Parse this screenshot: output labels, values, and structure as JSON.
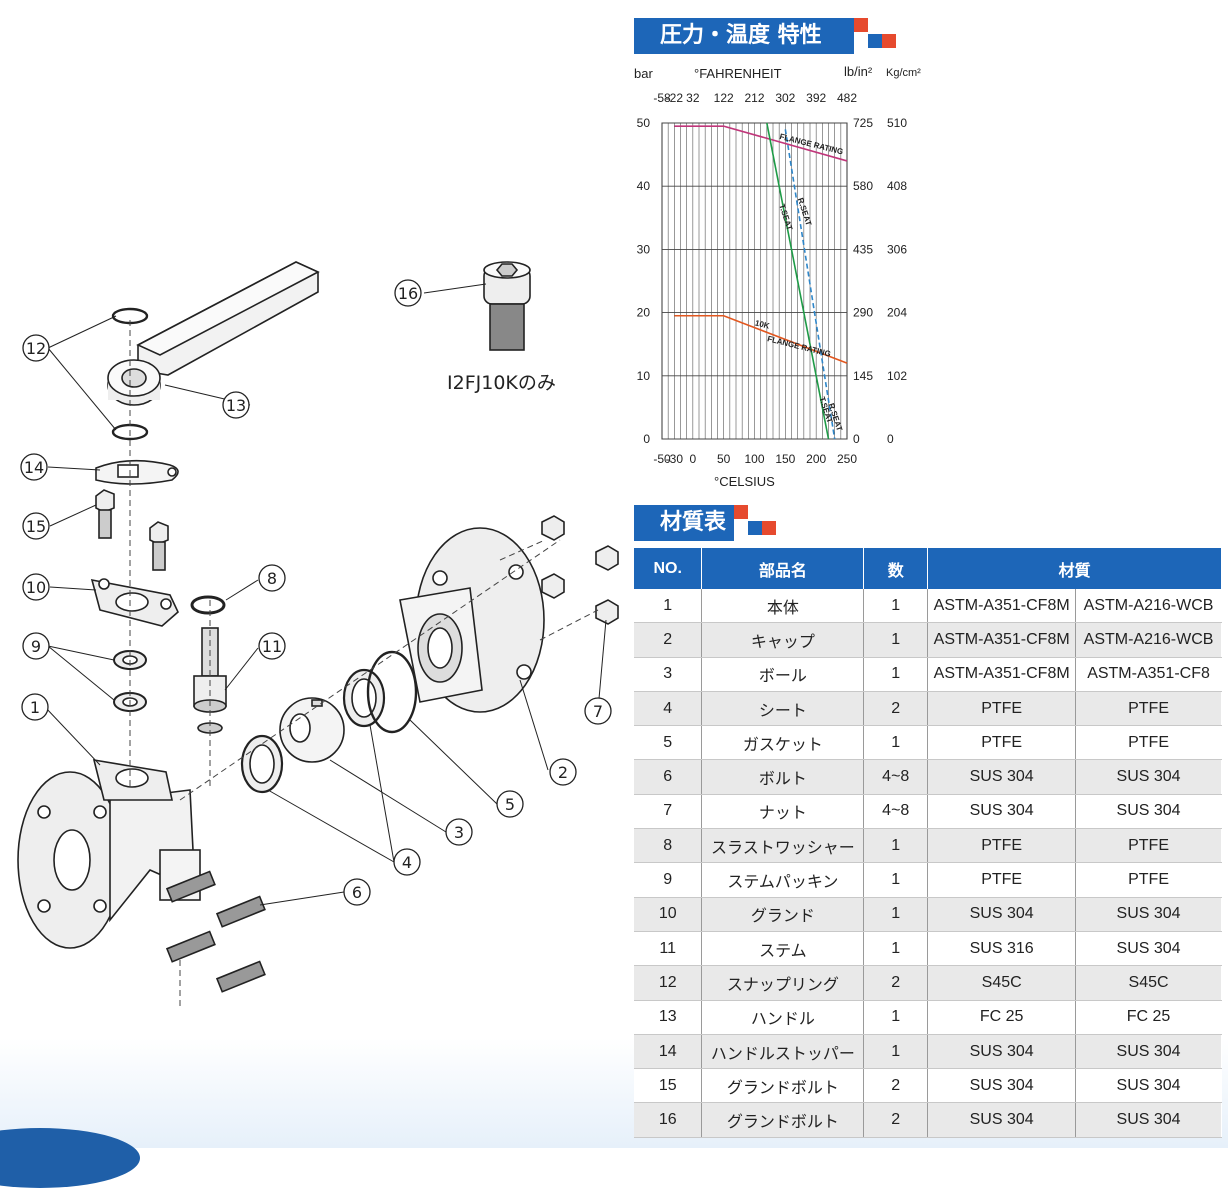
{
  "chart_banner": {
    "title": "圧力・温度 特性"
  },
  "materials_banner": {
    "title": "材質表"
  },
  "drawing": {
    "callouts": [
      "1",
      "2",
      "3",
      "4",
      "5",
      "6",
      "7",
      "8",
      "9",
      "10",
      "11",
      "12",
      "13",
      "14",
      "15",
      "16"
    ],
    "note_16": "I2FJ10Kのみ"
  },
  "chart_data": {
    "type": "line",
    "title": "",
    "units": {
      "left": "bar",
      "top": "°FAHRENHEIT",
      "right_psi": "lb/in²",
      "right_kg": "Kg/cm²",
      "bottom": "°CELSIUS"
    },
    "x_ticks_celsius": [
      -50,
      -30,
      0,
      50,
      100,
      150,
      200,
      250
    ],
    "x_tick_labels_celsius": [
      "-50",
      "-30",
      "0",
      "50",
      "100",
      "150",
      "200",
      "250"
    ],
    "x_ticks_fahrenheit": [
      -58,
      -22,
      32,
      122,
      212,
      302,
      392,
      482
    ],
    "y_ticks_bar": [
      0,
      10,
      20,
      30,
      40,
      50
    ],
    "y_ticks_psi": [
      0,
      145,
      290,
      435,
      580,
      725
    ],
    "y_ticks_kg": [
      0,
      102,
      204,
      306,
      408,
      510
    ],
    "xlim": [
      -50,
      250
    ],
    "ylim": [
      0,
      50
    ],
    "grid": true,
    "series": [
      {
        "name": "FLANGE RATING",
        "color": "#c0367a",
        "x": [
          -30,
          50,
          250
        ],
        "y": [
          49.5,
          49.5,
          44
        ]
      },
      {
        "name": "10K FLANGE RATING",
        "color": "#e2571f",
        "x": [
          -30,
          50,
          250
        ],
        "y": [
          19.5,
          19.5,
          12
        ]
      },
      {
        "name": "R.SEAT",
        "color": "#2e86c9",
        "x": [
          150,
          230
        ],
        "y": [
          49,
          0
        ]
      },
      {
        "name": "T.SEAT",
        "color": "#1e9b47",
        "x": [
          120,
          220
        ],
        "y": [
          50,
          0
        ]
      }
    ],
    "curve_labels": [
      {
        "text": "FLANGE RATING",
        "x": 140,
        "y": 47.5
      },
      {
        "text": "R.SEAT",
        "x": 170,
        "y": 38
      },
      {
        "text": "T.SEAT",
        "x": 140,
        "y": 37
      },
      {
        "text": "10K",
        "x": 100,
        "y": 18
      },
      {
        "text": "FLANGE RATING",
        "x": 120,
        "y": 15.5
      },
      {
        "text": "R.SEAT",
        "x": 220,
        "y": 5.5
      },
      {
        "text": "T.SEAT",
        "x": 205,
        "y": 6.5
      }
    ]
  },
  "materials": {
    "headers": {
      "no": "NO.",
      "name": "部品名",
      "qty": "数",
      "material": "材質"
    },
    "rows": [
      {
        "no": "1",
        "name": "本体",
        "qty": "1",
        "mat1": "ASTM-A351-CF8M",
        "mat2": "ASTM-A216-WCB"
      },
      {
        "no": "2",
        "name": "キャップ",
        "qty": "1",
        "mat1": "ASTM-A351-CF8M",
        "mat2": "ASTM-A216-WCB"
      },
      {
        "no": "3",
        "name": "ボール",
        "qty": "1",
        "mat1": "ASTM-A351-CF8M",
        "mat2": "ASTM-A351-CF8"
      },
      {
        "no": "4",
        "name": "シート",
        "qty": "2",
        "mat1": "PTFE",
        "mat2": "PTFE"
      },
      {
        "no": "5",
        "name": "ガスケット",
        "qty": "1",
        "mat1": "PTFE",
        "mat2": "PTFE"
      },
      {
        "no": "6",
        "name": "ボルト",
        "qty": "4~8",
        "mat1": "SUS 304",
        "mat2": "SUS 304"
      },
      {
        "no": "7",
        "name": "ナット",
        "qty": "4~8",
        "mat1": "SUS 304",
        "mat2": "SUS 304"
      },
      {
        "no": "8",
        "name": "スラストワッシャー",
        "qty": "1",
        "mat1": "PTFE",
        "mat2": "PTFE"
      },
      {
        "no": "9",
        "name": "ステムパッキン",
        "qty": "1",
        "mat1": "PTFE",
        "mat2": "PTFE"
      },
      {
        "no": "10",
        "name": "グランド",
        "qty": "1",
        "mat1": "SUS 304",
        "mat2": "SUS 304"
      },
      {
        "no": "11",
        "name": "ステム",
        "qty": "1",
        "mat1": "SUS 316",
        "mat2": "SUS 304"
      },
      {
        "no": "12",
        "name": "スナップリング",
        "qty": "2",
        "mat1": "S45C",
        "mat2": "S45C"
      },
      {
        "no": "13",
        "name": "ハンドル",
        "qty": "1",
        "mat1": "FC 25",
        "mat2": "FC 25"
      },
      {
        "no": "14",
        "name": "ハンドルストッパー",
        "qty": "1",
        "mat1": "SUS 304",
        "mat2": "SUS 304"
      },
      {
        "no": "15",
        "name": "グランドボルト",
        "qty": "2",
        "mat1": "SUS 304",
        "mat2": "SUS 304"
      },
      {
        "no": "16",
        "name": "グランドボルト",
        "qty": "2",
        "mat1": "SUS 304",
        "mat2": "SUS 304"
      }
    ]
  }
}
